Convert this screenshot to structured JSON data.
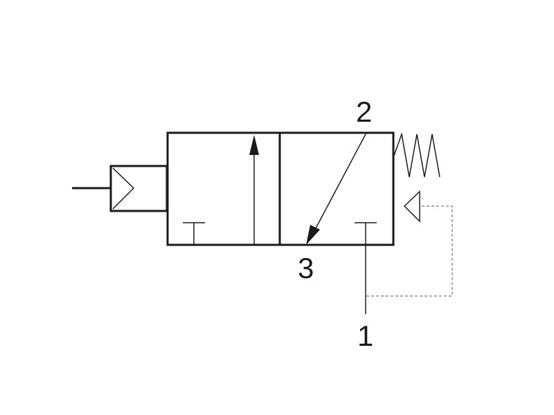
{
  "diagram": {
    "type": "pneumatic-3-2-valve-symbol",
    "colors": {
      "stroke": "#1a1a1a",
      "pilot_line": "#777777",
      "background": "#ffffff"
    },
    "ports": {
      "port_2": "2",
      "port_3": "3",
      "port_1": "1"
    }
  }
}
